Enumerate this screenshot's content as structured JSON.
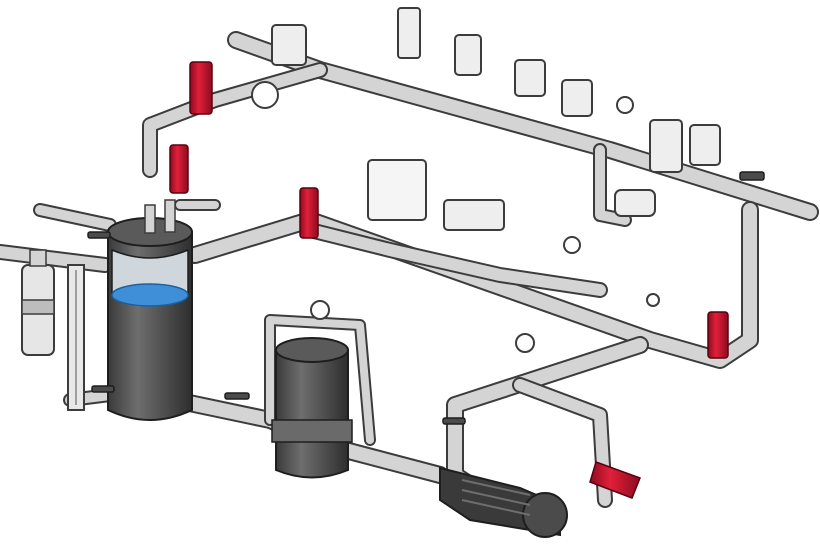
{
  "diagram": {
    "kind": "isometric piping schematic",
    "text_labels": [],
    "colors": {
      "pipe_fill": "#d4d4d4",
      "pipe_stroke": "#3c3c3c",
      "pipe_dark": "#a9a9a9",
      "tank_dark": "#4b4b4b",
      "tank_mid": "#6a6a6a",
      "water": "#3f8fd8",
      "valve_red": "#c8102e",
      "background": "#ffffff"
    },
    "components": [
      "main-header-pipe",
      "lower-loop-pipe",
      "return-line-pipe",
      "hot-water-tank",
      "filter-housing",
      "pump-motor",
      "relief-valves",
      "pressure-gauges",
      "sight-glass",
      "ball-valves"
    ]
  }
}
